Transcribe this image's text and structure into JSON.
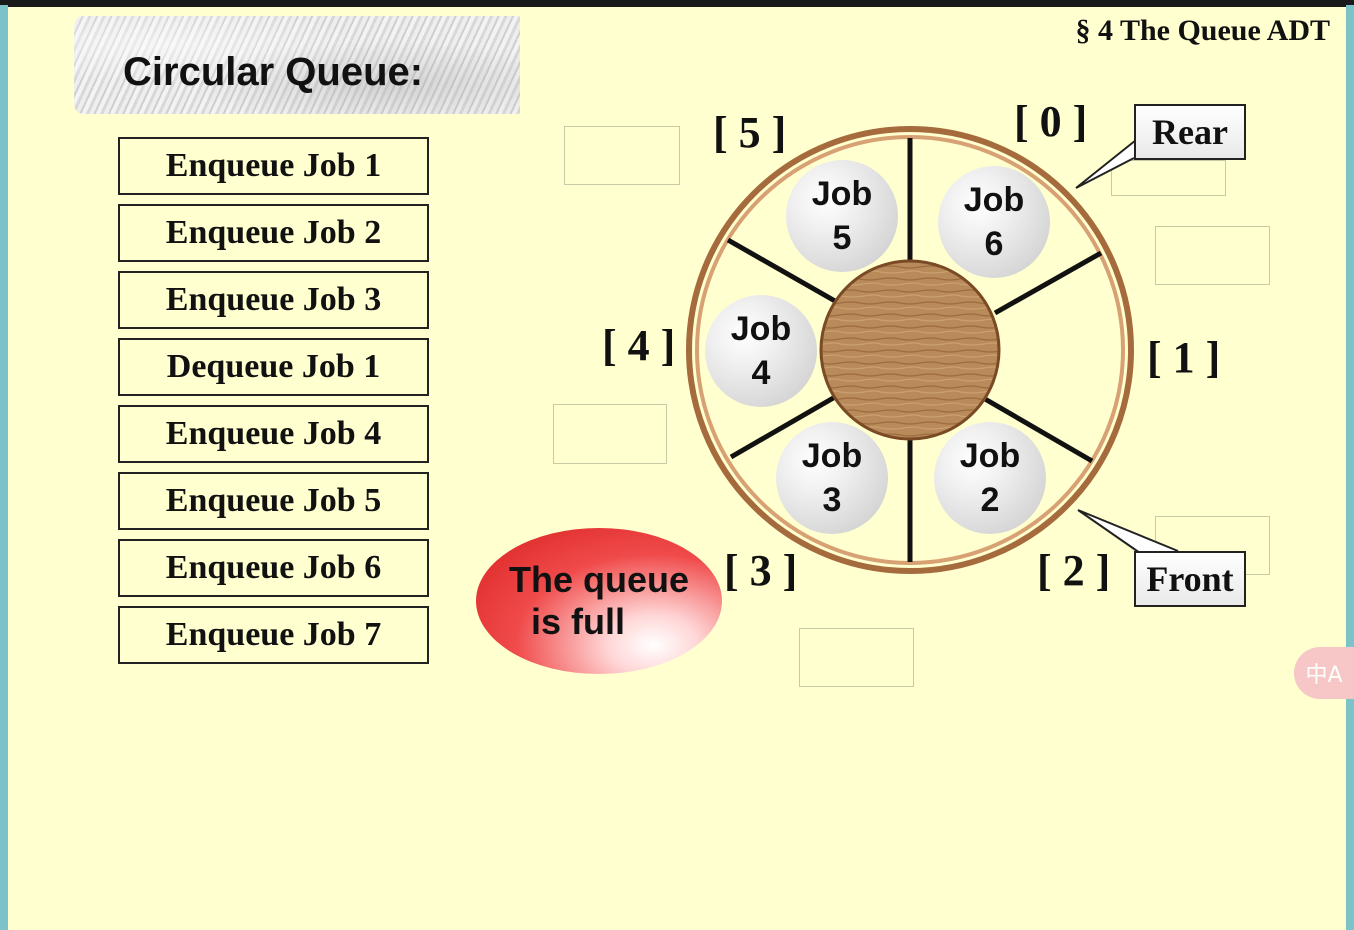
{
  "slide": {
    "title": "Circular Queue:",
    "header": "§ 4  The Queue ADT"
  },
  "operations": [
    {
      "label": "Enqueue Job 1"
    },
    {
      "label": "Enqueue Job 2"
    },
    {
      "label": "Enqueue Job 3"
    },
    {
      "label": "Dequeue Job 1"
    },
    {
      "label": "Enqueue Job 4"
    },
    {
      "label": "Enqueue Job 5"
    },
    {
      "label": "Enqueue Job 6"
    },
    {
      "label": "Enqueue Job 7"
    }
  ],
  "queue": {
    "indices": [
      "[ 0 ]",
      "[ 1 ]",
      "[ 2 ]",
      "[ 3 ]",
      "[ 4 ]",
      "[ 5 ]"
    ],
    "jobs": [
      {
        "word": "Job",
        "num": "6"
      },
      {
        "word": "Job",
        "num": "2"
      },
      {
        "word": "Job",
        "num": "3"
      },
      {
        "word": "Job",
        "num": "4"
      },
      {
        "word": "Job",
        "num": "5"
      }
    ],
    "rear_label": "Rear",
    "front_label": "Front",
    "status": {
      "line1": "The queue",
      "line2": "is full"
    }
  },
  "colors": {
    "background": "#ffffcf",
    "frame": "#7cc3c9",
    "ring": "#a66b3d",
    "status": "#e83030"
  },
  "icons": {
    "translate": "translate-icon"
  },
  "translate_glyph": "中A"
}
